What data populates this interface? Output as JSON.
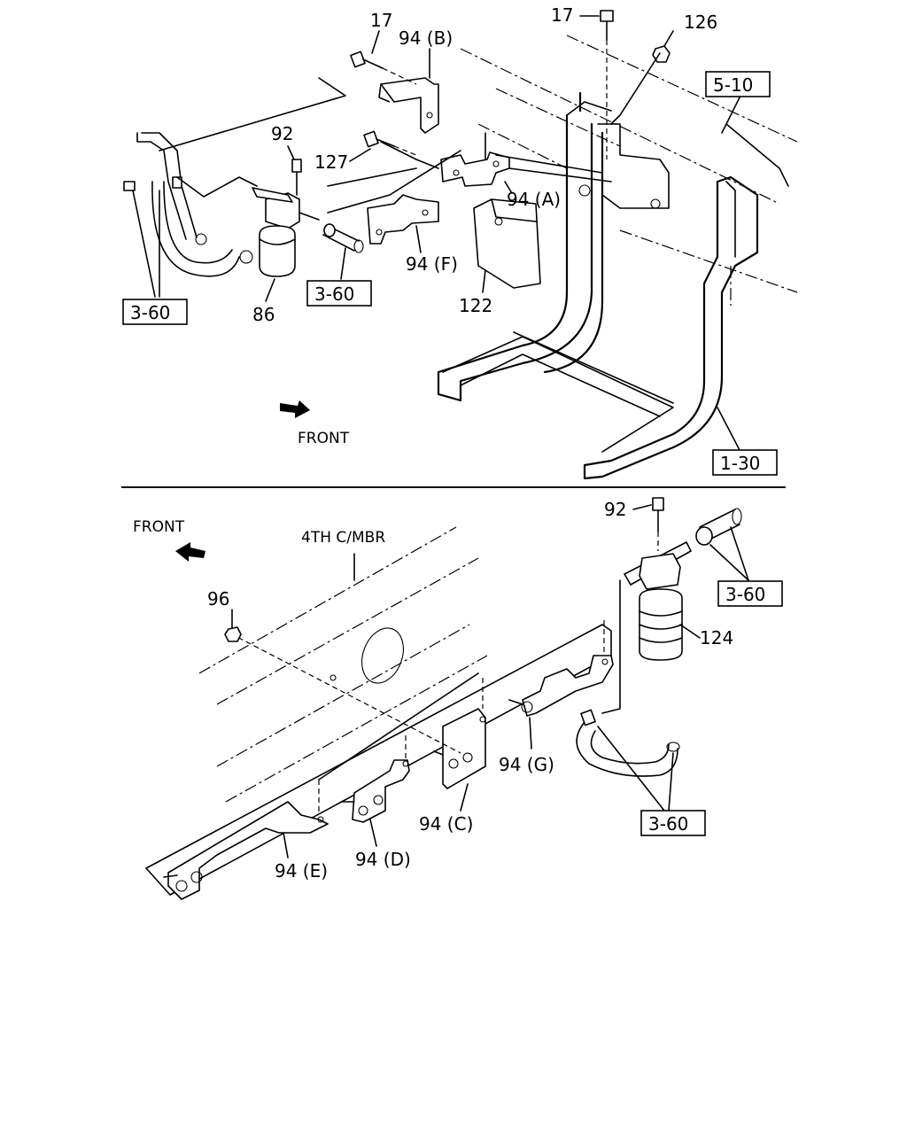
{
  "top_view": {
    "labels": {
      "bolt_17_left": "17",
      "bolt_17_right": "17",
      "bracket_94b": "94 (B)",
      "nut_126": "126",
      "bolt_92": "92",
      "bolt_127": "127",
      "bracket_94a": "94 (A)",
      "bracket_94f": "94 (F)",
      "cover_122": "122",
      "filter_86": "86"
    },
    "refs": {
      "ref_5_10": "5-10",
      "ref_3_60_left": "3-60",
      "ref_3_60_mid": "3-60",
      "ref_1_30": "1-30"
    },
    "front": "FRONT"
  },
  "bottom_view": {
    "labels": {
      "front": "FRONT",
      "crossmember": "4TH C/MBR",
      "nut_96": "96",
      "bolt_92": "92",
      "filter_124": "124",
      "bracket_94g": "94 (G)",
      "bracket_94c": "94 (C)",
      "bracket_94d": "94 (D)",
      "bracket_94e": "94 (E)"
    },
    "refs": {
      "ref_3_60_right": "3-60",
      "ref_3_60_bottom": "3-60"
    }
  }
}
